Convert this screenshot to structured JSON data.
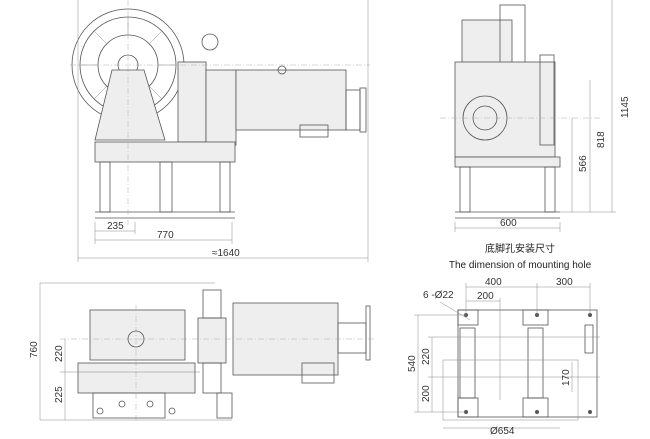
{
  "front_view": {
    "dim_235": "235",
    "dim_770": "770",
    "dim_1640": "≈1640"
  },
  "side_view": {
    "dim_600": "600",
    "dim_1145": "1145",
    "dim_818": "818",
    "dim_566": "566"
  },
  "top_view": {
    "dim_760": "760",
    "dim_220": "220",
    "dim_225": "225"
  },
  "mounting": {
    "title_cn": "底脚孔安装尺寸",
    "title_en": "The dimension of mounting hole",
    "dim_400": "400",
    "dim_300": "300",
    "dim_200_top": "200",
    "holes": "6 -Ø22",
    "dim_540": "540",
    "dim_220": "220",
    "dim_200_left": "200",
    "dim_170": "170",
    "dim_654": "Ø654"
  }
}
